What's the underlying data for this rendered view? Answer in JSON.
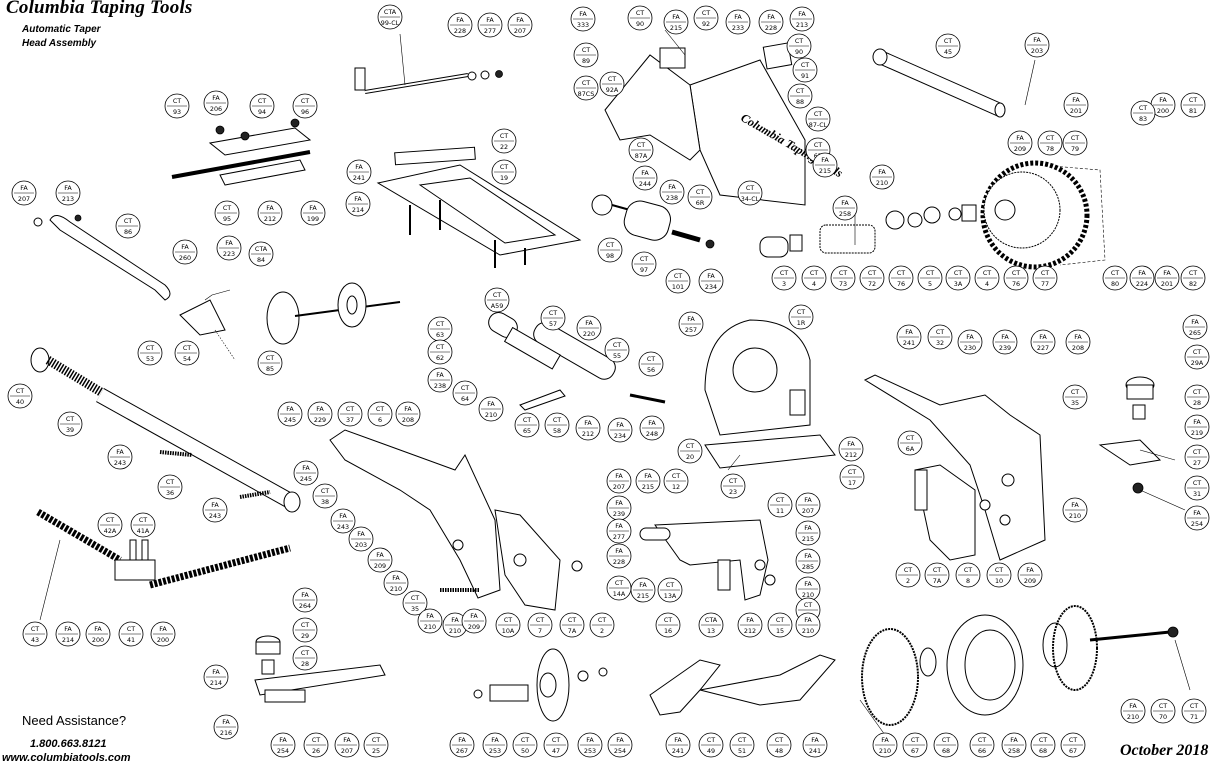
{
  "header": {
    "brand": "Columbia Taping Tools",
    "subtitle_line1": "Automatic Taper",
    "subtitle_line2": "Head Assembly"
  },
  "footer": {
    "assistance": "Need Assistance?",
    "phone": "1.800.663.8121",
    "website": "www.columbiatools.com",
    "date": "October 2018"
  },
  "stamp_text": "Columbia Taping Tools",
  "callouts": [
    {
      "p": "CTA",
      "n": "99-CL"
    },
    {
      "p": "FA",
      "n": "228"
    },
    {
      "p": "FA",
      "n": "277"
    },
    {
      "p": "FA",
      "n": "207"
    },
    {
      "p": "FA",
      "n": "333"
    },
    {
      "p": "CT",
      "n": "90"
    },
    {
      "p": "FA",
      "n": "215"
    },
    {
      "p": "CT",
      "n": "92"
    },
    {
      "p": "FA",
      "n": "233"
    },
    {
      "p": "FA",
      "n": "228"
    },
    {
      "p": "FA",
      "n": "213"
    },
    {
      "p": "CT",
      "n": "90"
    },
    {
      "p": "CT",
      "n": "91"
    },
    {
      "p": "CT",
      "n": "89"
    },
    {
      "p": "CT",
      "n": "87CS"
    },
    {
      "p": "CT",
      "n": "92A"
    },
    {
      "p": "CT",
      "n": "88"
    },
    {
      "p": "CT",
      "n": "87-CL"
    },
    {
      "p": "CT",
      "n": "87A"
    },
    {
      "p": "FA",
      "n": "244"
    },
    {
      "p": "FA",
      "n": "238"
    },
    {
      "p": "CT",
      "n": "6R"
    },
    {
      "p": "CT",
      "n": "34-CL"
    },
    {
      "p": "CT",
      "n": "6R"
    },
    {
      "p": "FA",
      "n": "215"
    },
    {
      "p": "CT",
      "n": "45"
    },
    {
      "p": "FA",
      "n": "203"
    },
    {
      "p": "FA",
      "n": "201"
    },
    {
      "p": "FA",
      "n": "200"
    },
    {
      "p": "CT",
      "n": "81"
    },
    {
      "p": "CT",
      "n": "83"
    },
    {
      "p": "FA",
      "n": "209"
    },
    {
      "p": "CT",
      "n": "78"
    },
    {
      "p": "CT",
      "n": "79"
    },
    {
      "p": "CT",
      "n": "93"
    },
    {
      "p": "FA",
      "n": "206"
    },
    {
      "p": "CT",
      "n": "94"
    },
    {
      "p": "CT",
      "n": "96"
    },
    {
      "p": "CT",
      "n": "95"
    },
    {
      "p": "FA",
      "n": "212"
    },
    {
      "p": "FA",
      "n": "199"
    },
    {
      "p": "FA",
      "n": "207"
    },
    {
      "p": "FA",
      "n": "213"
    },
    {
      "p": "CT",
      "n": "86"
    },
    {
      "p": "FA",
      "n": "260"
    },
    {
      "p": "FA",
      "n": "223"
    },
    {
      "p": "CT",
      "n": "53"
    },
    {
      "p": "CT",
      "n": "54"
    },
    {
      "p": "CT",
      "n": "22"
    },
    {
      "p": "FA",
      "n": "241"
    },
    {
      "p": "CT",
      "n": "19"
    },
    {
      "p": "FA",
      "n": "214"
    },
    {
      "p": "CTA",
      "n": "84"
    },
    {
      "p": "CT",
      "n": "85"
    },
    {
      "p": "CT",
      "n": "98"
    },
    {
      "p": "CT",
      "n": "97"
    },
    {
      "p": "CT",
      "n": "101"
    },
    {
      "p": "FA",
      "n": "234"
    },
    {
      "p": "FA",
      "n": "258"
    },
    {
      "p": "FA",
      "n": "210"
    },
    {
      "p": "CT",
      "n": "3"
    },
    {
      "p": "CT",
      "n": "4"
    },
    {
      "p": "CT",
      "n": "73"
    },
    {
      "p": "CT",
      "n": "72"
    },
    {
      "p": "CT",
      "n": "76"
    },
    {
      "p": "CT",
      "n": "5"
    },
    {
      "p": "CT",
      "n": "3A"
    },
    {
      "p": "CT",
      "n": "4"
    },
    {
      "p": "CT",
      "n": "76"
    },
    {
      "p": "CT",
      "n": "77"
    },
    {
      "p": "CT",
      "n": "80"
    },
    {
      "p": "FA",
      "n": "224"
    },
    {
      "p": "FA",
      "n": "201"
    },
    {
      "p": "CT",
      "n": "82"
    },
    {
      "p": "CT",
      "n": "A59"
    },
    {
      "p": "CT",
      "n": "63"
    },
    {
      "p": "CT",
      "n": "57"
    },
    {
      "p": "FA",
      "n": "220"
    },
    {
      "p": "CT",
      "n": "62"
    },
    {
      "p": "CT",
      "n": "55"
    },
    {
      "p": "FA",
      "n": "238"
    },
    {
      "p": "CT",
      "n": "56"
    },
    {
      "p": "CT",
      "n": "64"
    },
    {
      "p": "FA",
      "n": "210"
    },
    {
      "p": "CT",
      "n": "65"
    },
    {
      "p": "CT",
      "n": "58"
    },
    {
      "p": "FA",
      "n": "212"
    },
    {
      "p": "FA",
      "n": "234"
    },
    {
      "p": "FA",
      "n": "248"
    },
    {
      "p": "FA",
      "n": "257"
    },
    {
      "p": "CT",
      "n": "1R"
    },
    {
      "p": "CT",
      "n": "20"
    },
    {
      "p": "FA",
      "n": "212"
    },
    {
      "p": "CT",
      "n": "23"
    },
    {
      "p": "CT",
      "n": "17"
    },
    {
      "p": "FA",
      "n": "241"
    },
    {
      "p": "CT",
      "n": "32"
    },
    {
      "p": "FA",
      "n": "230"
    },
    {
      "p": "FA",
      "n": "239"
    },
    {
      "p": "FA",
      "n": "227"
    },
    {
      "p": "FA",
      "n": "208"
    },
    {
      "p": "CT",
      "n": "35"
    },
    {
      "p": "CT",
      "n": "6A"
    },
    {
      "p": "FA",
      "n": "265"
    },
    {
      "p": "CT",
      "n": "29A"
    },
    {
      "p": "CT",
      "n": "28"
    },
    {
      "p": "FA",
      "n": "219"
    },
    {
      "p": "CT",
      "n": "27"
    },
    {
      "p": "CT",
      "n": "31"
    },
    {
      "p": "FA",
      "n": "254"
    },
    {
      "p": "CT",
      "n": "40"
    },
    {
      "p": "CT",
      "n": "39"
    },
    {
      "p": "FA",
      "n": "243"
    },
    {
      "p": "CT",
      "n": "36"
    },
    {
      "p": "FA",
      "n": "243"
    },
    {
      "p": "FA",
      "n": "245"
    },
    {
      "p": "FA",
      "n": "229"
    },
    {
      "p": "CT",
      "n": "37"
    },
    {
      "p": "CT",
      "n": "6"
    },
    {
      "p": "FA",
      "n": "208"
    },
    {
      "p": "FA",
      "n": "245"
    },
    {
      "p": "CT",
      "n": "38"
    },
    {
      "p": "FA",
      "n": "243"
    },
    {
      "p": "FA",
      "n": "203"
    },
    {
      "p": "FA",
      "n": "209"
    },
    {
      "p": "FA",
      "n": "210"
    },
    {
      "p": "CT",
      "n": "35"
    },
    {
      "p": "FA",
      "n": "210"
    },
    {
      "p": "FA",
      "n": "210"
    },
    {
      "p": "FA",
      "n": "209"
    },
    {
      "p": "CT",
      "n": "10A"
    },
    {
      "p": "CT",
      "n": "7"
    },
    {
      "p": "CT",
      "n": "7A"
    },
    {
      "p": "CT",
      "n": "2"
    },
    {
      "p": "FA",
      "n": "207"
    },
    {
      "p": "FA",
      "n": "215"
    },
    {
      "p": "CT",
      "n": "12"
    },
    {
      "p": "FA",
      "n": "239"
    },
    {
      "p": "FA",
      "n": "277"
    },
    {
      "p": "FA",
      "n": "228"
    },
    {
      "p": "CT",
      "n": "11"
    },
    {
      "p": "FA",
      "n": "207"
    },
    {
      "p": "FA",
      "n": "215"
    },
    {
      "p": "FA",
      "n": "285"
    },
    {
      "p": "FA",
      "n": "210"
    },
    {
      "p": "CT",
      "n": "14"
    },
    {
      "p": "CT",
      "n": "14A"
    },
    {
      "p": "FA",
      "n": "215"
    },
    {
      "p": "CT",
      "n": "13A"
    },
    {
      "p": "CT",
      "n": "16"
    },
    {
      "p": "CTA",
      "n": "13"
    },
    {
      "p": "FA",
      "n": "212"
    },
    {
      "p": "CT",
      "n": "15"
    },
    {
      "p": "FA",
      "n": "210"
    },
    {
      "p": "FA",
      "n": "210"
    },
    {
      "p": "CT",
      "n": "2"
    },
    {
      "p": "CT",
      "n": "7A"
    },
    {
      "p": "CT",
      "n": "8"
    },
    {
      "p": "CT",
      "n": "10"
    },
    {
      "p": "FA",
      "n": "209"
    },
    {
      "p": "CT",
      "n": "42A"
    },
    {
      "p": "CT",
      "n": "41A"
    },
    {
      "p": "CT",
      "n": "43"
    },
    {
      "p": "FA",
      "n": "214"
    },
    {
      "p": "FA",
      "n": "200"
    },
    {
      "p": "CT",
      "n": "41"
    },
    {
      "p": "FA",
      "n": "200"
    },
    {
      "p": "FA",
      "n": "264"
    },
    {
      "p": "CT",
      "n": "29"
    },
    {
      "p": "CT",
      "n": "28"
    },
    {
      "p": "FA",
      "n": "214"
    },
    {
      "p": "FA",
      "n": "216"
    },
    {
      "p": "FA",
      "n": "254"
    },
    {
      "p": "CT",
      "n": "26"
    },
    {
      "p": "FA",
      "n": "207"
    },
    {
      "p": "CT",
      "n": "25"
    },
    {
      "p": "FA",
      "n": "267"
    },
    {
      "p": "FA",
      "n": "253"
    },
    {
      "p": "CT",
      "n": "50"
    },
    {
      "p": "CT",
      "n": "47"
    },
    {
      "p": "FA",
      "n": "253"
    },
    {
      "p": "FA",
      "n": "254"
    },
    {
      "p": "FA",
      "n": "241"
    },
    {
      "p": "CT",
      "n": "49"
    },
    {
      "p": "CT",
      "n": "51"
    },
    {
      "p": "CT",
      "n": "48"
    },
    {
      "p": "FA",
      "n": "241"
    },
    {
      "p": "FA",
      "n": "210"
    },
    {
      "p": "CT",
      "n": "67"
    },
    {
      "p": "CT",
      "n": "68"
    },
    {
      "p": "CT",
      "n": "66"
    },
    {
      "p": "FA",
      "n": "258"
    },
    {
      "p": "CT",
      "n": "68"
    },
    {
      "p": "CT",
      "n": "67"
    },
    {
      "p": "FA",
      "n": "210"
    },
    {
      "p": "CT",
      "n": "70"
    },
    {
      "p": "CT",
      "n": "71"
    }
  ]
}
